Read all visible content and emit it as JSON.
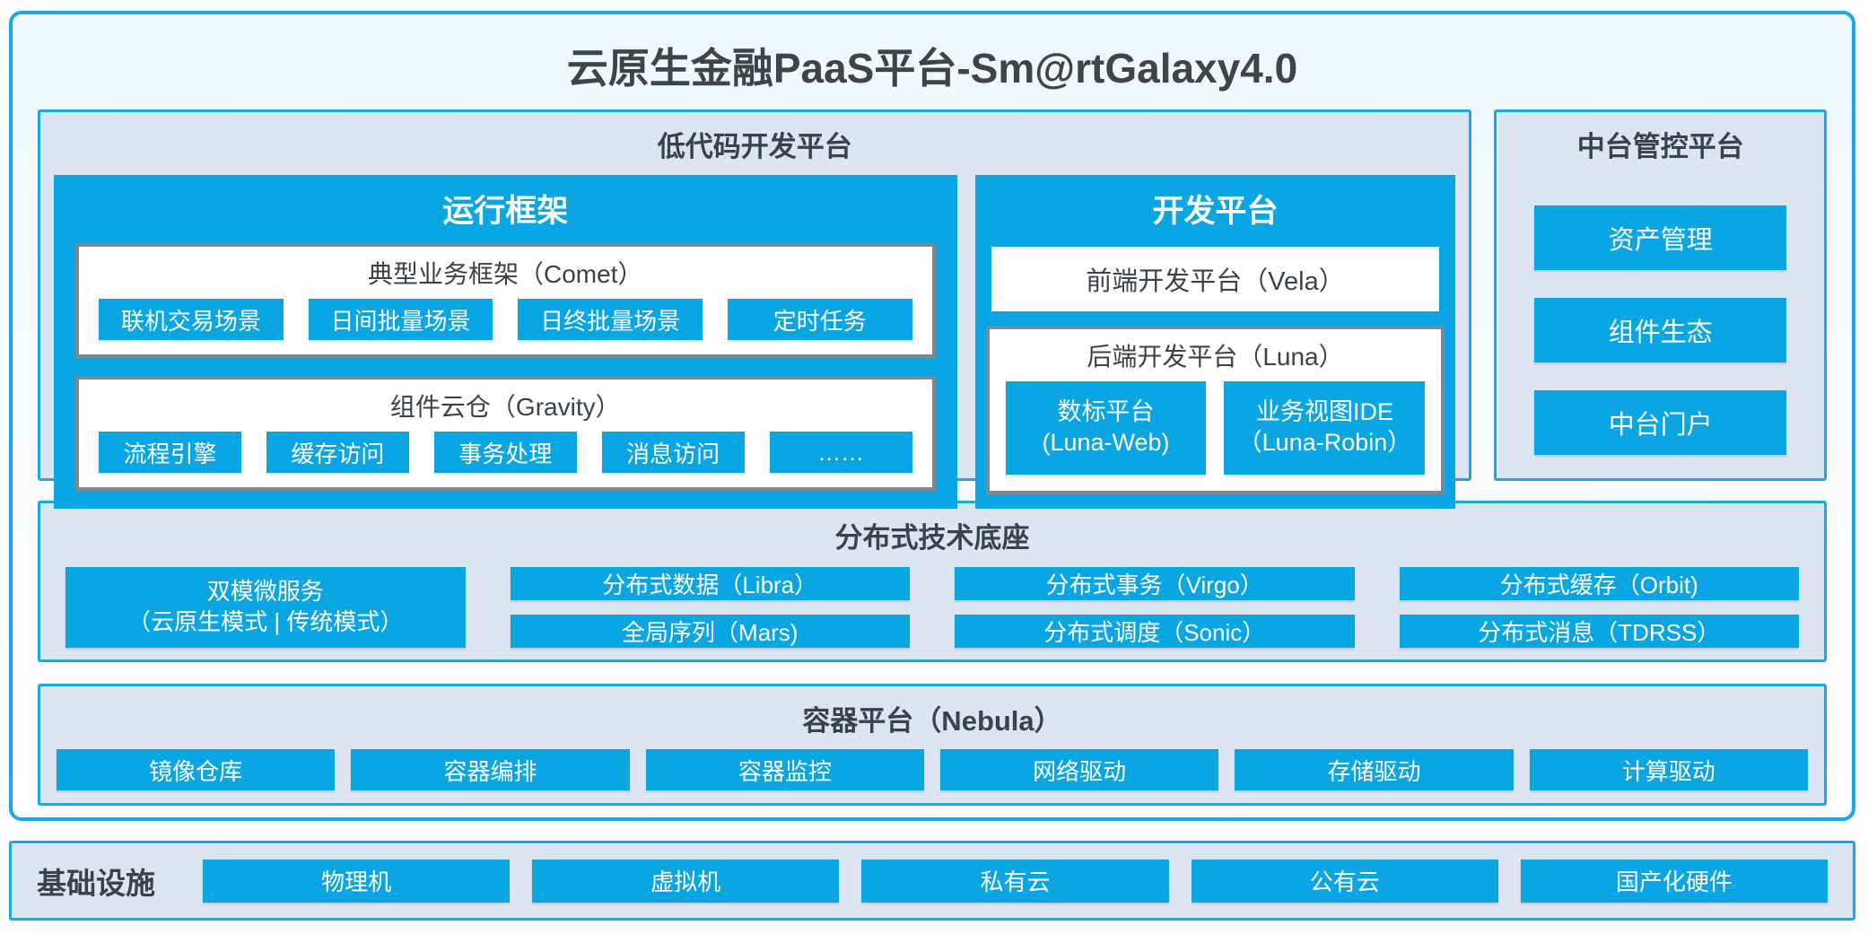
{
  "title": "云原生金融PaaS平台-Sm@rtGalaxy4.0",
  "colors": {
    "accent_blue": "#0aa6e3",
    "border_blue": "#17a8e7",
    "panel_bg": "#dce5f2",
    "gray_border": "#7d8893",
    "text_dark": "#3b4249"
  },
  "low_code": {
    "label": "低代码开发平台",
    "runtime": {
      "label": "运行框架",
      "comet": {
        "label": "典型业务框架（Comet）",
        "items": [
          "联机交易场景",
          "日间批量场景",
          "日终批量场景",
          "定时任务"
        ]
      },
      "gravity": {
        "label": "组件云仓（Gravity）",
        "items": [
          "流程引擎",
          "缓存访问",
          "事务处理",
          "消息访问",
          "……"
        ]
      }
    },
    "dev": {
      "label": "开发平台",
      "vela": "前端开发平台（Vela）",
      "luna": {
        "label": "后端开发平台（Luna）",
        "items": [
          {
            "line1": "数标平台",
            "line2": "(Luna-Web)"
          },
          {
            "line1": "业务视图IDE",
            "line2": "（Luna-Robin）"
          }
        ]
      }
    }
  },
  "mid_platform": {
    "label": "中台管控平台",
    "items": [
      "资产管理",
      "组件生态",
      "中台门户"
    ]
  },
  "distributed": {
    "label": "分布式技术底座",
    "dual": {
      "line1": "双模微服务",
      "line2": "（云原生模式 | 传统模式）"
    },
    "columns": [
      [
        "分布式数据（Libra）",
        "全局序列（Mars)"
      ],
      [
        "分布式事务（Virgo）",
        "分布式调度（Sonic）"
      ],
      [
        "分布式缓存（Orbit)",
        "分布式消息（TDRSS）"
      ]
    ]
  },
  "container_platform": {
    "label": "容器平台（Nebula）",
    "items": [
      "镜像仓库",
      "容器编排",
      "容器监控",
      "网络驱动",
      "存储驱动",
      "计算驱动"
    ]
  },
  "infrastructure": {
    "label": "基础设施",
    "items": [
      "物理机",
      "虚拟机",
      "私有云",
      "公有云",
      "国产化硬件"
    ]
  }
}
